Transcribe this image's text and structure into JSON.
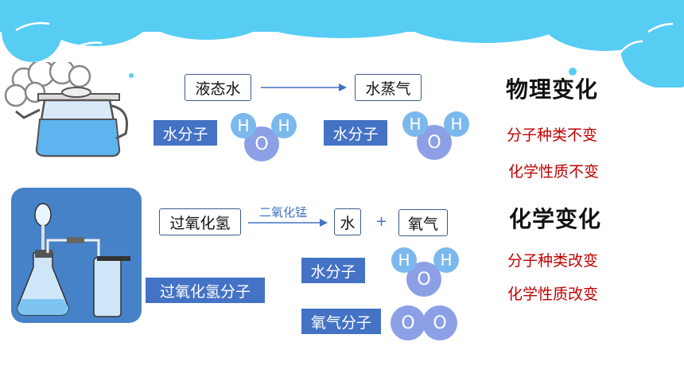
{
  "physical": {
    "state_before": "液态水",
    "state_after": "水蒸气",
    "molecule_label_before": "水分子",
    "molecule_label_after": "水分子",
    "heading": "物理变化",
    "note1": "分子种类不变",
    "note2": "化学性质不变"
  },
  "chemical": {
    "reactant": "过氧化氢",
    "catalyst": "二氧化锰",
    "product1": "水",
    "plus": "+",
    "product2": "氧气",
    "reactant_molecule_label": "过氧化氢分子",
    "water_molecule_label": "水分子",
    "oxygen_molecule_label": "氧气分子",
    "heading": "化学变化",
    "note1": "分子种类改变",
    "note2": "化学性质改变"
  },
  "atoms": {
    "h": "H",
    "o": "O"
  },
  "colors": {
    "sky": "#58cdf4",
    "tag": "#4472c4",
    "atom_h": "#7bb8ee",
    "atom_o": "#8da0e6",
    "red": "#c00000"
  }
}
